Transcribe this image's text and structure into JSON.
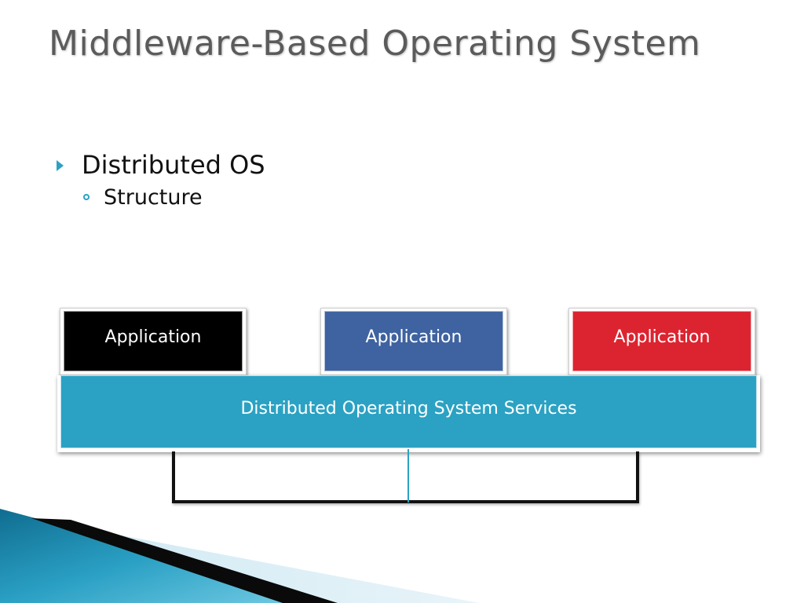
{
  "title": "Middleware-Based Operating System",
  "bullets": [
    {
      "text": "Distributed OS",
      "level": 1
    },
    {
      "text": "Structure",
      "level": 2
    }
  ],
  "diagram": {
    "applications": [
      {
        "label": "Application",
        "color": "#000000"
      },
      {
        "label": "Application",
        "color": "#3f63a0"
      },
      {
        "label": "Application",
        "color": "#dc2430"
      }
    ],
    "services": {
      "label": "Distributed Operating System Services",
      "color": "#2ba2c3"
    },
    "network_color": "#111111",
    "bullet_color": "#2ba2c3"
  }
}
